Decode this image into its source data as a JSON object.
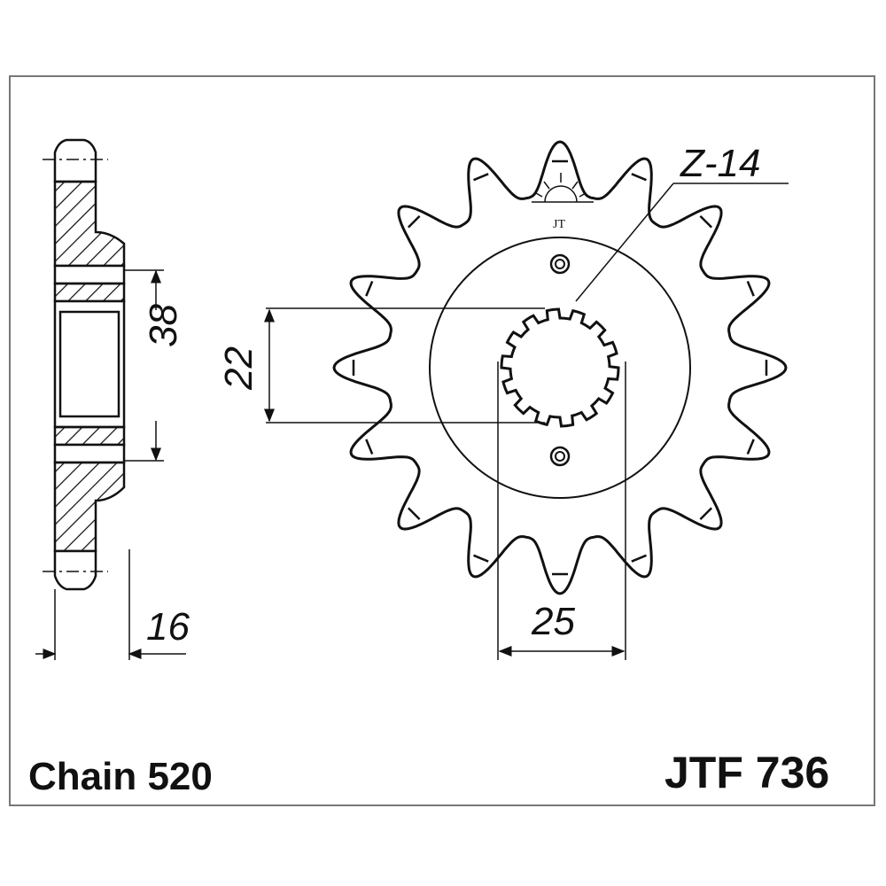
{
  "drawing": {
    "tooth_label": "Z-14",
    "dim_bore_height": "38",
    "dim_spline_major": "22",
    "dim_thickness": "16",
    "dim_spline_width": "25",
    "chain": "Chain 520",
    "part_number": "JTF 736",
    "logo_text": "JT"
  },
  "colors": {
    "line": "#111111",
    "frame": "#777777"
  }
}
